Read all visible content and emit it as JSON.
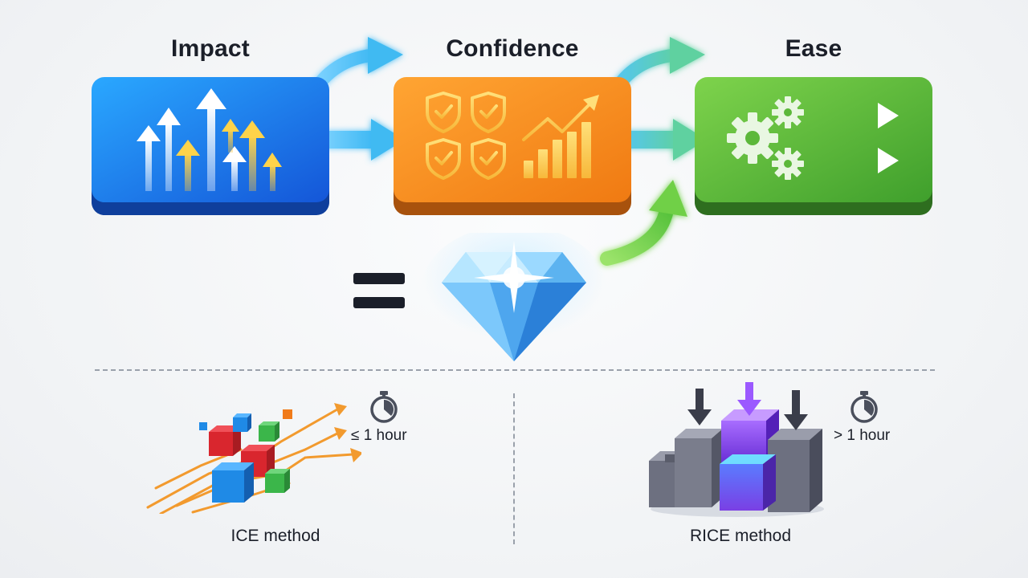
{
  "stages": [
    {
      "label": "Impact",
      "color": "#1f7ff0"
    },
    {
      "label": "Confidence",
      "color": "#f58a1c"
    },
    {
      "label": "Ease",
      "color": "#5cb83a"
    }
  ],
  "icons": {
    "impact": "rising-arrows-icon",
    "confidence": "shields-and-growth-chart-icon",
    "ease": "gears-and-speed-arrows-icon",
    "result": "diamond-icon",
    "equals": "equals-sign",
    "ice": "scattered-cubes-speed-icon",
    "rice": "stacked-blocks-icon",
    "timer": "stopwatch-icon"
  },
  "methods": [
    {
      "name": "ICE method",
      "time": "≤ 1 hour"
    },
    {
      "name": "RICE method",
      "time": "> 1 hour"
    }
  ]
}
